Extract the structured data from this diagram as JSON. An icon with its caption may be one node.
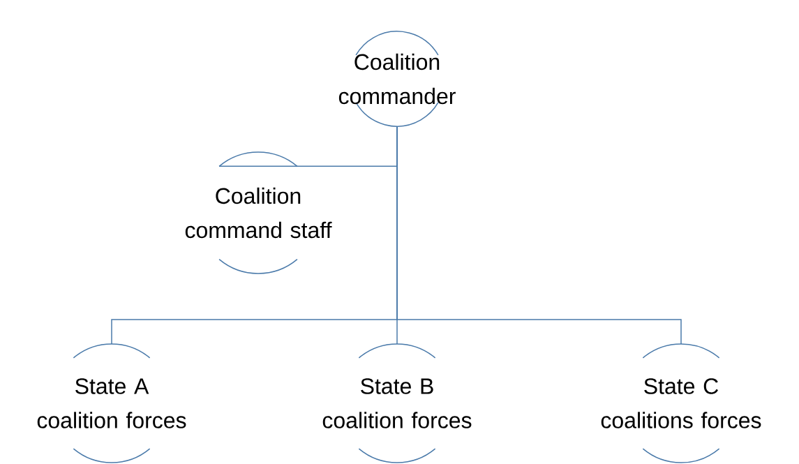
{
  "diagram": {
    "nodes": [
      {
        "text": [
          "Coalition commander"
        ]
      },
      {
        "text": [
          "Coalition command staff"
        ]
      },
      {
        "text": [
          "State A coalition forces"
        ]
      },
      {
        "text": [
          "State B coalition forces"
        ]
      },
      {
        "text": [
          "State C coalitions forces"
        ]
      }
    ],
    "edges": [
      {
        "from": 0,
        "to": 1,
        "arrow": "none"
      },
      {
        "from": 0,
        "to": 2,
        "arrow": "none"
      },
      {
        "from": 0,
        "to": 3,
        "arrow": "none"
      },
      {
        "from": 0,
        "to": 4,
        "arrow": "none"
      }
    ]
  }
}
